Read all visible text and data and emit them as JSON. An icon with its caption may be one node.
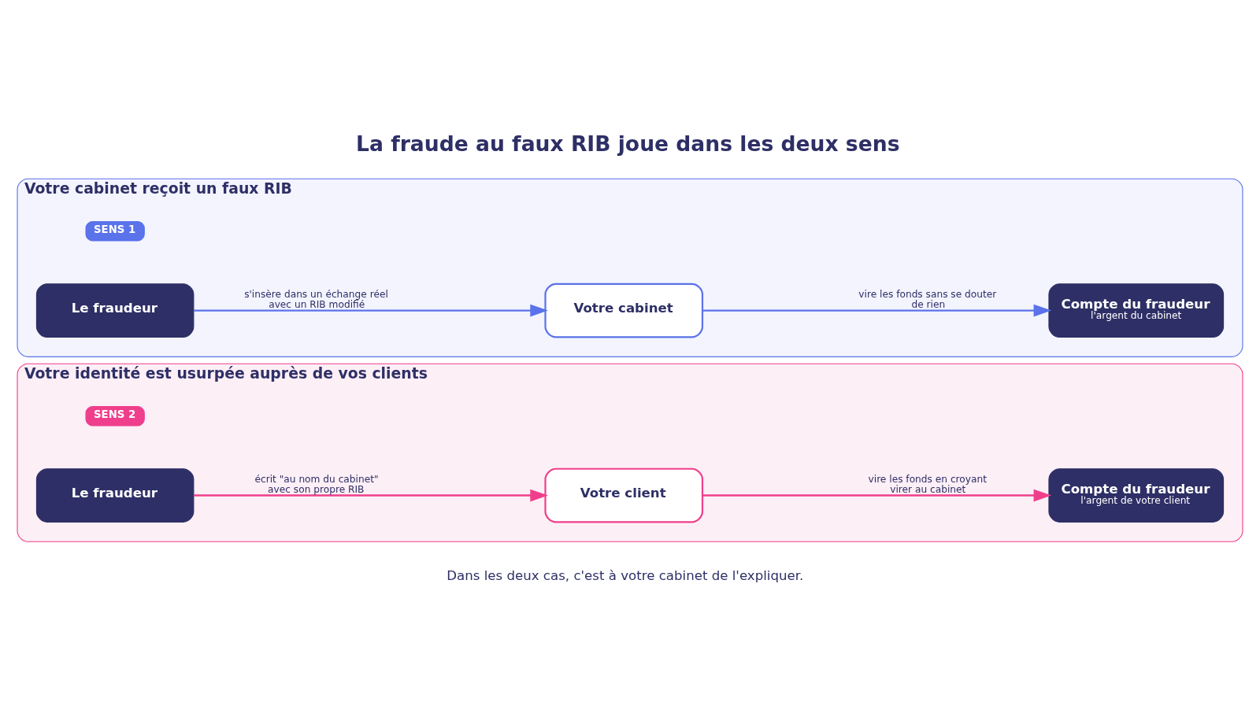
{
  "diagram": {
    "title": "La fraude au faux RIB joue dans les deux sens",
    "caption": "Dans les deux cas, c'est à votre cabinet de l'expliquer.",
    "nodes": [
      {
        "text": [
          "Votre cabinet reçoit un faux RIB"
        ]
      },
      {
        "text": [
          "SENS 1"
        ],
        "in": 0
      },
      {
        "text": [
          "Le fraudeur"
        ],
        "in": 0
      },
      {
        "text": [
          "Votre cabinet"
        ],
        "in": 0
      },
      {
        "text": [
          "Compte du fraudeur",
          "l'argent du cabinet"
        ],
        "in": 0
      },
      {
        "text": [
          "Votre identité est usurpée auprès de vos clients"
        ]
      },
      {
        "text": [
          "SENS 2"
        ],
        "in": 5
      },
      {
        "text": [
          "Le fraudeur"
        ],
        "in": 5
      },
      {
        "text": [
          "Votre client"
        ],
        "in": 5
      },
      {
        "text": [
          "Compte du fraudeur",
          "l'argent de votre client"
        ],
        "in": 5
      }
    ],
    "edges": [
      {
        "from": 2,
        "to": 3,
        "arrow": "to",
        "label": "s'insère dans un échange réel avec un RIB modifié",
        "color": "#5a72ea"
      },
      {
        "from": 3,
        "to": 4,
        "arrow": "to",
        "label": "vire les fonds sans se douter de rien",
        "color": "#5a72ea"
      },
      {
        "from": 7,
        "to": 8,
        "arrow": "to",
        "label": "écrit \"au nom du cabinet\" avec son propre RIB",
        "color": "#ef3f8c"
      },
      {
        "from": 8,
        "to": 9,
        "arrow": "to",
        "label": "vire les fonds en croyant virer au cabinet",
        "color": "#ef3f8c"
      }
    ]
  }
}
